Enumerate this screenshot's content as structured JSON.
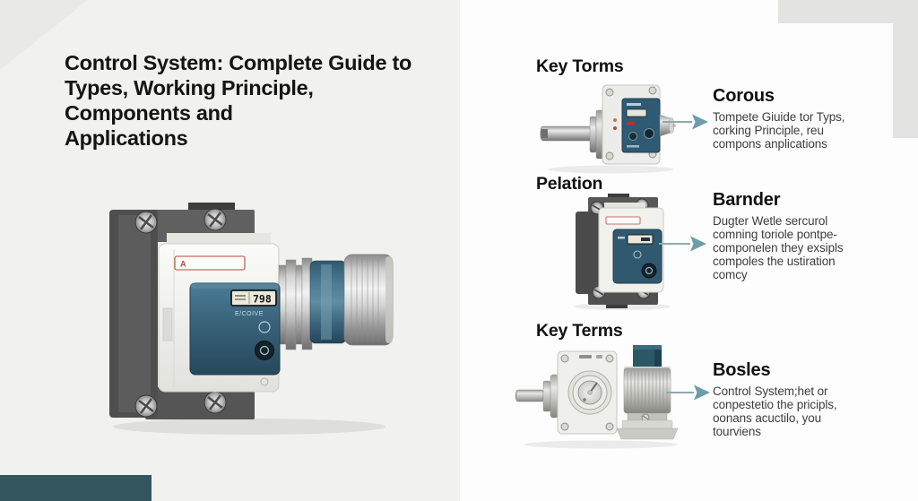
{
  "palette": {
    "left_background": "#f1f1ef",
    "right_background": "#fdfdfd",
    "teal_accent_block": "#34575f",
    "arrow_head": "#6d9dab",
    "arrow_line": "#8fa9b0",
    "decor_gray": "#e3e3e2",
    "device_panel_blue": "#38637c",
    "title_color": "#141414"
  },
  "left_panel": {
    "title_lines": [
      "Control System: Complete Guide to",
      "Types, Working Principle,",
      "Components and",
      "Applications"
    ],
    "device": {
      "display_value": "798",
      "panel_label": "E/COIVE",
      "warning_label_mark": "A"
    }
  },
  "right_panel": {
    "sections": [
      {
        "label": "Key Torms",
        "card_heading": "Corous",
        "card_body": "Tompete Giuide tor Typs, corking Principle, reu compons anplications"
      },
      {
        "label": "Pelation",
        "card_heading": "Barnder",
        "card_body": "Dugter Wetle sercurol comning toriole pontpe-componelen they exsipls compoles the ustiration comcy"
      },
      {
        "label": "Key Terms",
        "card_heading": "Bosles",
        "card_body": "Control System;het or conpestetio the pricipls, oonans acuctilo, you tourviens"
      }
    ]
  }
}
